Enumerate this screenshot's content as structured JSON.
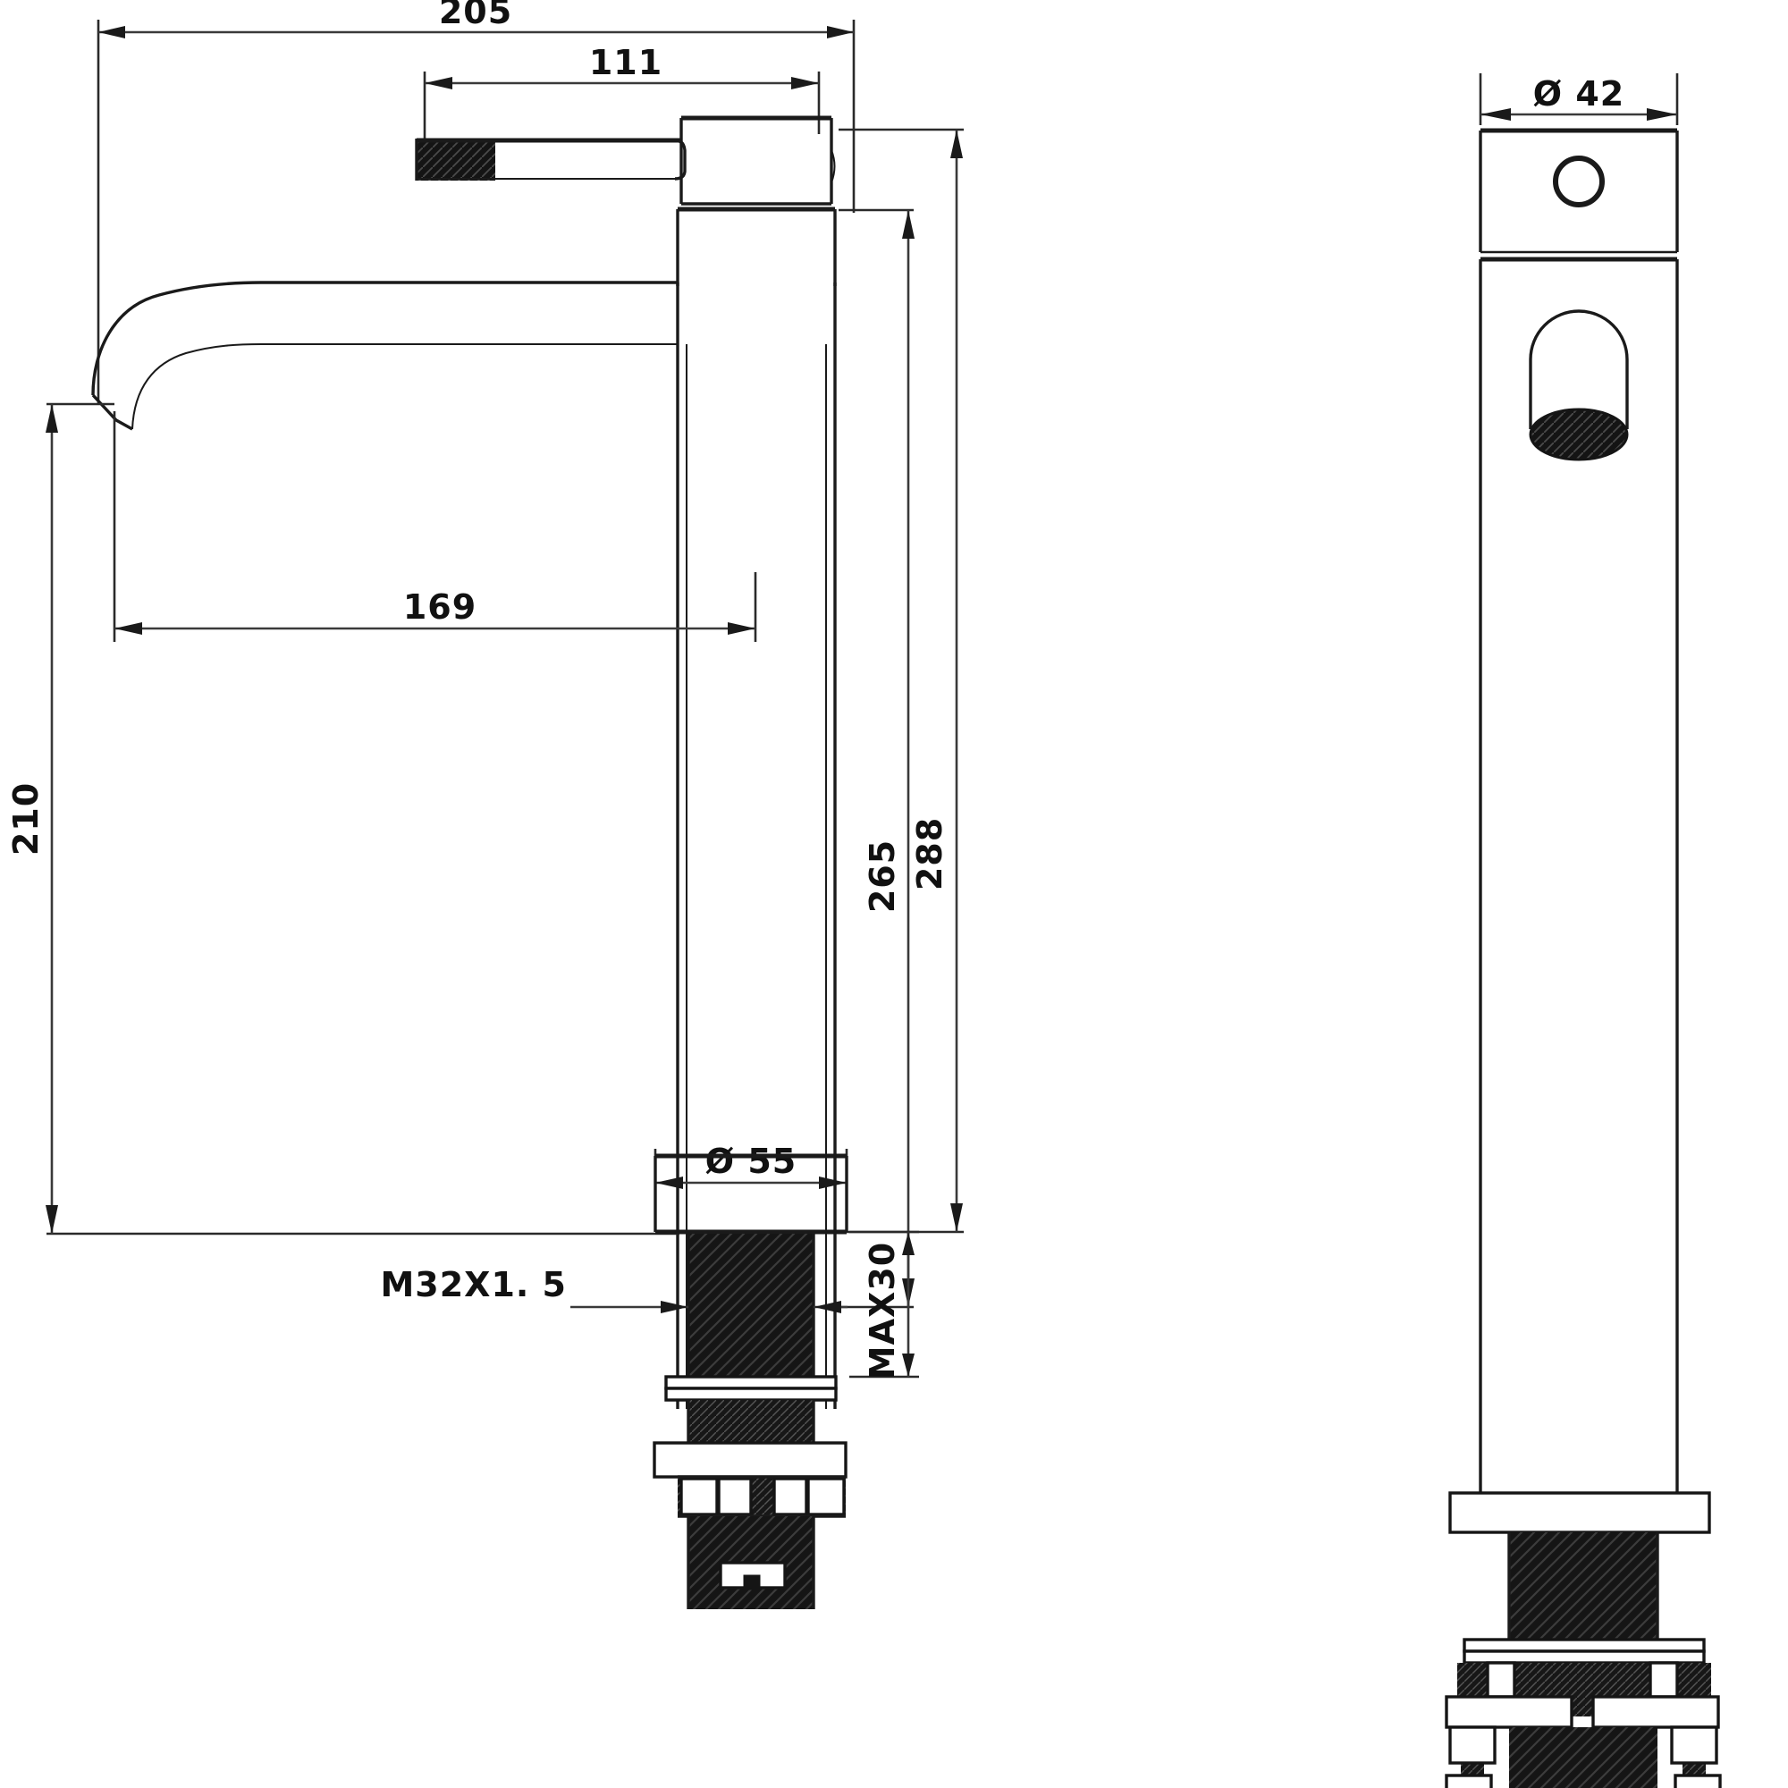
{
  "drawing": {
    "type": "engineering-dimension-drawing",
    "subject": "single-lever tall basin mixer tap",
    "units": "mm",
    "views": [
      {
        "name": "side-elevation",
        "label": ""
      },
      {
        "name": "front-elevation",
        "label": ""
      }
    ]
  },
  "dimensions": {
    "overall_width": "205",
    "handle_length": "111",
    "spout_reach": "169",
    "spout_height": "210",
    "body_height": "265",
    "overall_height": "288",
    "base_diameter": "Ø 55",
    "body_diameter": "Ø 42",
    "thread_spec": "M32X1. 5",
    "max_deck_thickness": "MAX30"
  },
  "labels": [
    {
      "id": "dim-205",
      "text": "205",
      "value": 205,
      "orientation": "horizontal",
      "view": "side-elevation",
      "meaning": "overall width from spout tip to handle rear"
    },
    {
      "id": "dim-111",
      "text": "111",
      "value": 111,
      "orientation": "horizontal",
      "view": "side-elevation",
      "meaning": "handle lever length"
    },
    {
      "id": "dim-169",
      "text": "169",
      "value": 169,
      "orientation": "horizontal",
      "view": "side-elevation",
      "meaning": "spout reach / projection"
    },
    {
      "id": "dim-210",
      "text": "210",
      "value": 210,
      "orientation": "vertical",
      "view": "side-elevation",
      "meaning": "spout outlet height above deck"
    },
    {
      "id": "dim-265",
      "text": "265",
      "value": 265,
      "orientation": "vertical",
      "view": "side-elevation",
      "meaning": "body height to handle base"
    },
    {
      "id": "dim-288",
      "text": "288",
      "value": 288,
      "orientation": "vertical",
      "view": "side-elevation",
      "meaning": "overall height"
    },
    {
      "id": "dim-d55",
      "text": "Ø 55",
      "value": 55,
      "orientation": "horizontal",
      "view": "side-elevation",
      "meaning": "base escutcheon diameter"
    },
    {
      "id": "dim-d42",
      "text": "Ø 42",
      "value": 42,
      "orientation": "horizontal",
      "view": "front-elevation",
      "meaning": "body tube diameter"
    },
    {
      "id": "dim-m32",
      "text": "M32X1. 5",
      "value": null,
      "orientation": "horizontal",
      "view": "side-elevation",
      "meaning": "mounting thread metric 32 mm pitch 1.5"
    },
    {
      "id": "dim-max30",
      "text": "MAX30",
      "value": 30,
      "orientation": "vertical",
      "view": "side-elevation",
      "meaning": "maximum countertop thickness"
    }
  ],
  "colors": {
    "line": "#1a1a1a",
    "dimension_line": "#3a3a3a",
    "fill_hatch": "#151515",
    "background": "#ffffff"
  }
}
